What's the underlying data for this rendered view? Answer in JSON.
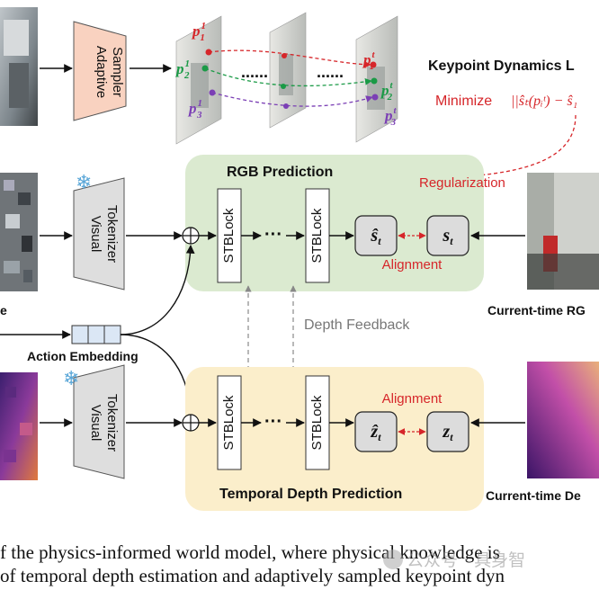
{
  "adaptive_sampler": {
    "line1": "Adaptive",
    "line2": "Sampler"
  },
  "visual_tokenizer": {
    "line1": "Visual",
    "line2": "Tokenizer"
  },
  "keypoints": {
    "p1_1": "p",
    "p1_1_sub": "1",
    "p1_1_sup": "1",
    "p2_1": "p",
    "p2_1_sub": "2",
    "p2_1_sup": "1",
    "p3_1": "p",
    "p3_1_sub": "3",
    "p3_1_sup": "1",
    "p1_t": "p",
    "p1_t_sub": "1",
    "p1_t_sup": "t",
    "p2_t": "p",
    "p2_t_sub": "2",
    "p2_t_sup": "t",
    "p3_t": "p",
    "p3_t_sub": "3",
    "p3_t_sup": "t",
    "dots": "......"
  },
  "keypoint_loss": {
    "title": "Keypoint Dynamics L",
    "minimize": "Minimize",
    "formula": "||ŝₜ(pᵢᵗ) − ŝ₁"
  },
  "rgb_prediction": {
    "title": "RGB Prediction",
    "regularization": "Regularization",
    "alignment": "Alignment",
    "s_hat": "ŝ",
    "s": "s",
    "sub": "t"
  },
  "depth_prediction": {
    "title": "Temporal Depth Prediction",
    "alignment": "Alignment",
    "z_hat": "ẑ",
    "z": "z",
    "sub": "t"
  },
  "stblock": "STBLock",
  "ellipsis": "···",
  "depth_feedback": "Depth Feedback",
  "action_embedding": "Action Embedding",
  "current_rgb": "Current-time RG",
  "current_depth": "Current-time De",
  "left_fragment": "e",
  "caption": {
    "line1": "f the physics-informed world model, where physical knowledge is",
    "line2": "of temporal depth estimation and adaptively sampled keypoint dyn"
  },
  "watermark": "公众号 · 具身智",
  "colors": {
    "red": "#d6262a",
    "green": "#1a9a46",
    "purple": "#7b3fb5",
    "rgb_panel": "#dbead0",
    "depth_panel": "#fbeecb",
    "sampler": "#f9d2c0",
    "tokenizer": "#dedede"
  }
}
